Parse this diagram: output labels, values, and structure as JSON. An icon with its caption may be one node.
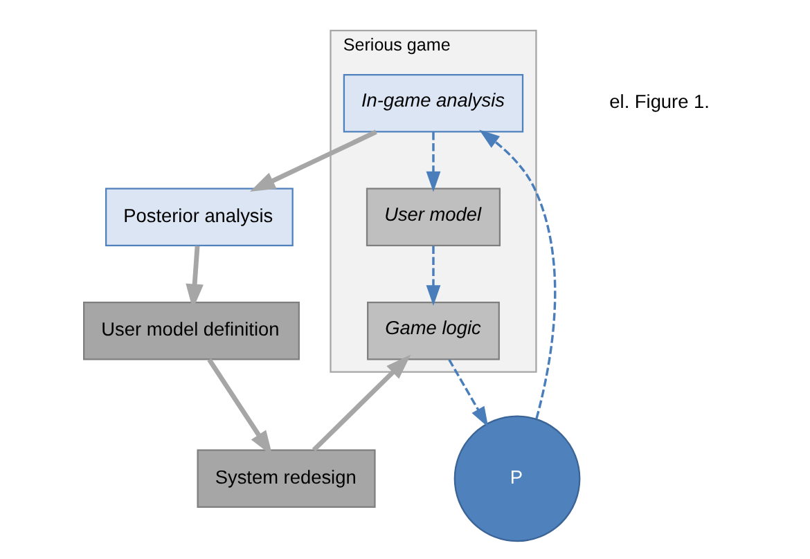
{
  "diagram": {
    "nodes": [
      {
        "text": [
          "Serious game"
        ]
      },
      {
        "text": [
          "In-game analysis"
        ],
        "in": 0
      },
      {
        "text": [
          "User model"
        ],
        "in": 0
      },
      {
        "text": [
          "Game logic"
        ],
        "in": 0
      },
      {
        "text": [
          "P"
        ]
      },
      {
        "text": [
          "Posterior analysis"
        ]
      },
      {
        "text": [
          "User model definition"
        ]
      },
      {
        "text": [
          "System redesign"
        ]
      }
    ],
    "edges": [
      {
        "from": 4,
        "to": 1,
        "arrow": "to",
        "style": "dashed",
        "color": "#4a7ebb"
      },
      {
        "from": 1,
        "to": 2,
        "arrow": "to",
        "style": "dashed",
        "color": "#4a7ebb"
      },
      {
        "from": 2,
        "to": 3,
        "arrow": "to",
        "style": "dashed",
        "color": "#4a7ebb"
      },
      {
        "from": 3,
        "to": 4,
        "arrow": "to",
        "style": "dashed",
        "color": "#4a7ebb"
      },
      {
        "from": 1,
        "to": 5,
        "arrow": "to",
        "style": "thick",
        "color": "#a6a6a6"
      },
      {
        "from": 5,
        "to": 6,
        "arrow": "to",
        "style": "thick",
        "color": "#a6a6a6"
      },
      {
        "from": 6,
        "to": 7,
        "arrow": "to",
        "style": "thick",
        "color": "#a6a6a6"
      },
      {
        "from": 7,
        "to": 3,
        "arrow": "to",
        "style": "thick",
        "color": "#a6a6a6"
      }
    ],
    "labels": [
      "el. Figure 1."
    ]
  }
}
